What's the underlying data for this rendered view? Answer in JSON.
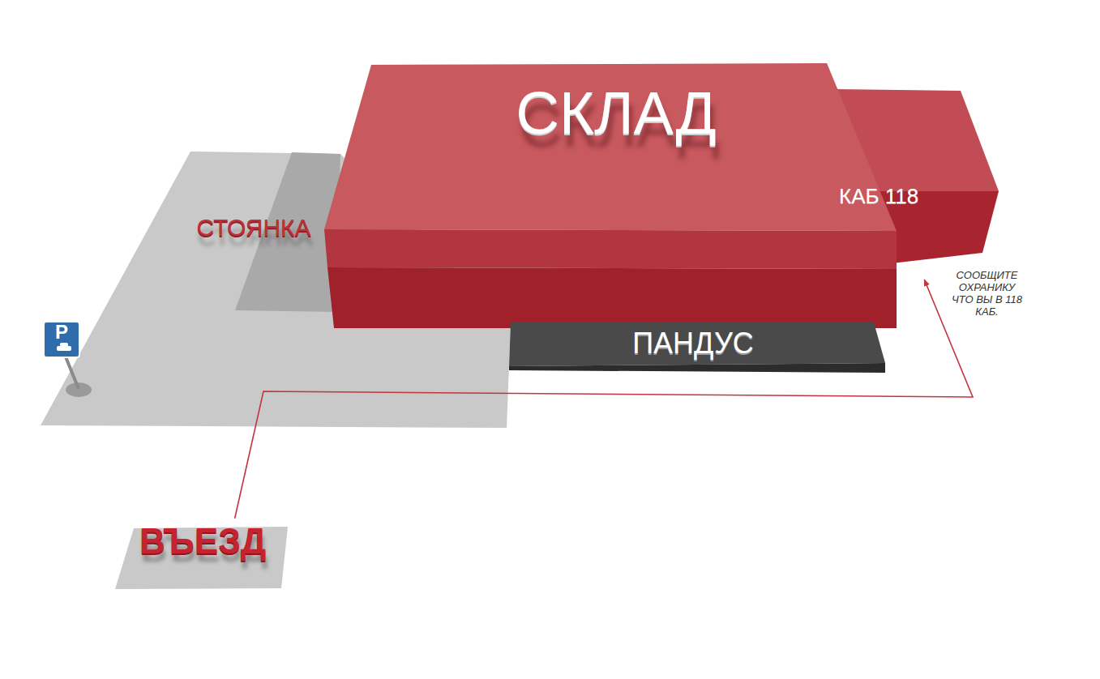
{
  "diagram": {
    "nodes": [
      {
        "text": [
          "СКЛАД"
        ]
      },
      {
        "text": [
          "КАБ 118"
        ]
      },
      {
        "text": [
          "СТОЯНКА"
        ]
      },
      {
        "text": [
          "ПАНДУС"
        ]
      },
      {
        "text": [
          "ВЪЕЗД"
        ]
      }
    ],
    "edges": [
      {
        "from": 4,
        "to": 1,
        "arrow": "to"
      }
    ],
    "labels": [
      "СООБЩИТЕ ОХРАНИКУ ЧТО ВЫ В 118 КАБ.",
      "P"
    ]
  }
}
